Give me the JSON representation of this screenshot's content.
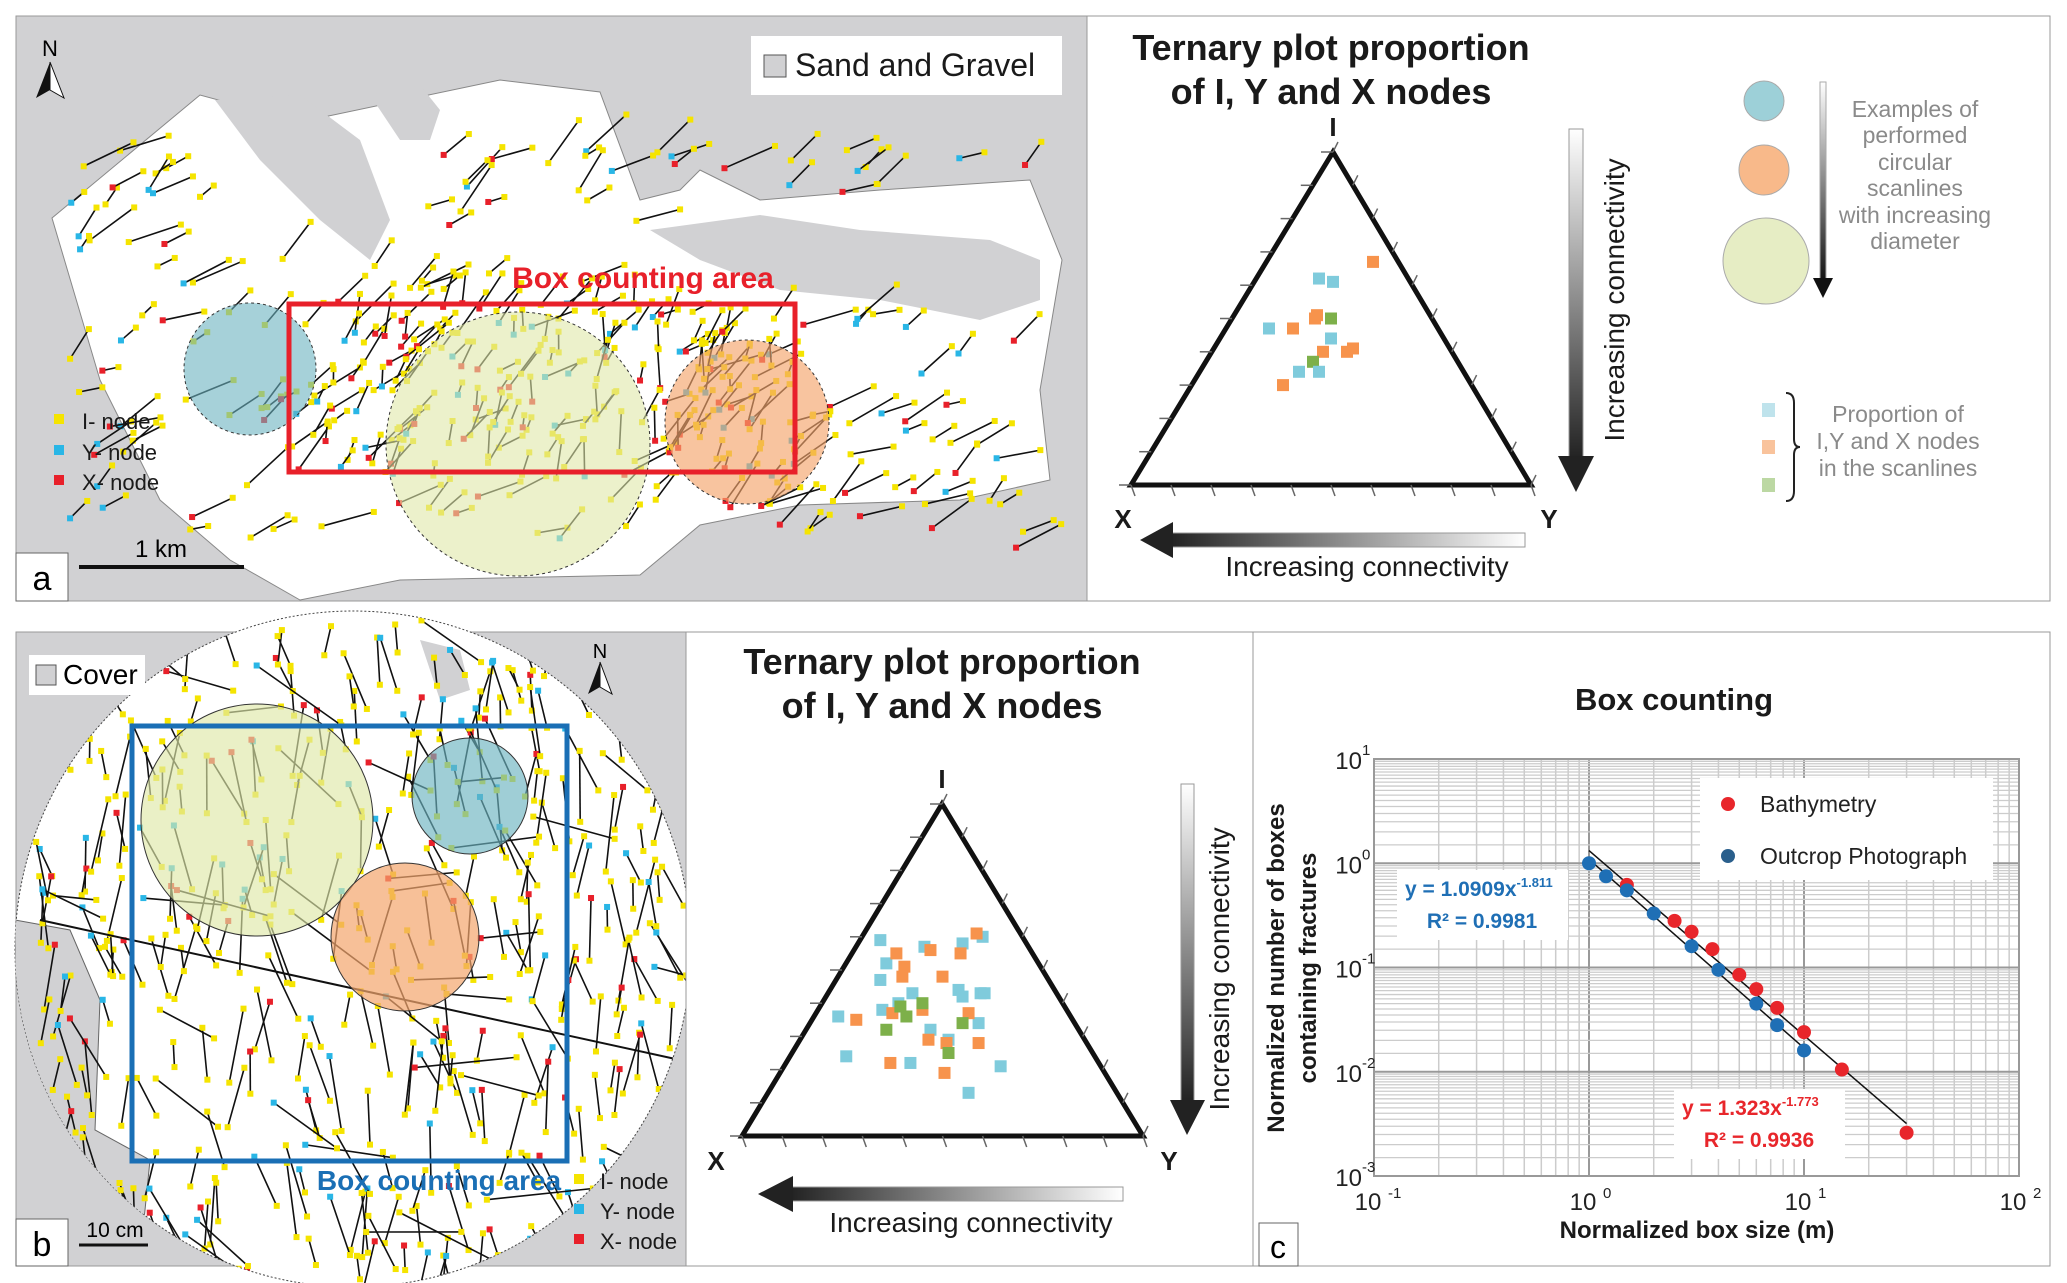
{
  "panel_a": {
    "letter": "a",
    "north": "N",
    "legend_sand": "Sand and Gravel",
    "box_label": "Box counting area",
    "nodes": [
      {
        "label": "I- node",
        "color": "#f5e400"
      },
      {
        "label": "Y- node",
        "color": "#29b6e6"
      },
      {
        "label": "X- node",
        "color": "#e8202a"
      }
    ],
    "scale": "1 km"
  },
  "ternary_top": {
    "title_line1": "Ternary plot proportion",
    "title_line2": "of I, Y and X nodes",
    "vertex_i": "I",
    "vertex_x": "X",
    "vertex_y": "Y",
    "vertical_arrow": "Increasing connectivity",
    "horizontal_arrow": "Increasing connectivity",
    "scanline_text": [
      "Examples of",
      "performed",
      "circular",
      "scanlines",
      "with increasing",
      "diameter"
    ],
    "proportion_text": [
      "Proportion of",
      "I,Y and X nodes",
      "in the scanlines"
    ],
    "colors": {
      "cyan": "#7fcbdc",
      "orange": "#f7934c",
      "green": "#7db04a"
    },
    "points": [
      {
        "s": "cyan",
        "I": 0.62,
        "Y": 0.16
      },
      {
        "s": "cyan",
        "I": 0.61,
        "Y": 0.2
      },
      {
        "s": "orange",
        "I": 0.67,
        "Y": 0.27
      },
      {
        "s": "orange",
        "I": 0.5,
        "Y": 0.21
      },
      {
        "s": "orange",
        "I": 0.51,
        "Y": 0.21
      },
      {
        "s": "green",
        "I": 0.5,
        "Y": 0.25
      },
      {
        "s": "cyan",
        "I": 0.47,
        "Y": 0.11
      },
      {
        "s": "orange",
        "I": 0.47,
        "Y": 0.17
      },
      {
        "s": "cyan",
        "I": 0.44,
        "Y": 0.28
      },
      {
        "s": "orange",
        "I": 0.4,
        "Y": 0.28
      },
      {
        "s": "orange",
        "I": 0.4,
        "Y": 0.34
      },
      {
        "s": "orange",
        "I": 0.41,
        "Y": 0.35
      },
      {
        "s": "green",
        "I": 0.37,
        "Y": 0.27
      },
      {
        "s": "cyan",
        "I": 0.34,
        "Y": 0.25
      },
      {
        "s": "cyan",
        "I": 0.34,
        "Y": 0.3
      },
      {
        "s": "orange",
        "I": 0.3,
        "Y": 0.23
      }
    ]
  },
  "panel_b": {
    "letter": "b",
    "north": "N",
    "legend_cover": "Cover",
    "box_label": "Box counting area",
    "nodes": [
      {
        "label": "I- node",
        "color": "#f5e400"
      },
      {
        "label": "Y- node",
        "color": "#29b6e6"
      },
      {
        "label": "X- node",
        "color": "#e8202a"
      }
    ],
    "scale": "10 cm"
  },
  "ternary_bottom": {
    "title_line1": "Ternary plot proportion",
    "title_line2": "of I, Y and X nodes",
    "vertex_i": "I",
    "vertex_x": "X",
    "vertex_y": "Y",
    "vertical_arrow": "Increasing connectivity",
    "horizontal_arrow": "Increasing connectivity",
    "points": [
      {
        "s": "cyan",
        "I": 0.59,
        "Y": 0.05
      },
      {
        "s": "cyan",
        "I": 0.57,
        "Y": 0.17
      },
      {
        "s": "cyan",
        "I": 0.58,
        "Y": 0.26
      },
      {
        "s": "cyan",
        "I": 0.6,
        "Y": 0.3
      },
      {
        "s": "cyan",
        "I": 0.52,
        "Y": 0.1
      },
      {
        "s": "cyan",
        "I": 0.47,
        "Y": 0.11
      },
      {
        "s": "cyan",
        "I": 0.43,
        "Y": 0.21
      },
      {
        "s": "cyan",
        "I": 0.4,
        "Y": 0.19
      },
      {
        "s": "cyan",
        "I": 0.38,
        "Y": 0.16
      },
      {
        "s": "cyan",
        "I": 0.36,
        "Y": 0.06
      },
      {
        "s": "cyan",
        "I": 0.44,
        "Y": 0.32
      },
      {
        "s": "cyan",
        "I": 0.42,
        "Y": 0.34
      },
      {
        "s": "cyan",
        "I": 0.43,
        "Y": 0.38
      },
      {
        "s": "cyan",
        "I": 0.43,
        "Y": 0.39
      },
      {
        "s": "cyan",
        "I": 0.34,
        "Y": 0.42
      },
      {
        "s": "cyan",
        "I": 0.32,
        "Y": 0.31
      },
      {
        "s": "cyan",
        "I": 0.29,
        "Y": 0.37
      },
      {
        "s": "cyan",
        "I": 0.24,
        "Y": 0.14
      },
      {
        "s": "cyan",
        "I": 0.22,
        "Y": 0.31
      },
      {
        "s": "cyan",
        "I": 0.21,
        "Y": 0.54
      },
      {
        "s": "cyan",
        "I": 0.13,
        "Y": 0.5
      },
      {
        "s": "orange",
        "I": 0.61,
        "Y": 0.28
      },
      {
        "s": "orange",
        "I": 0.56,
        "Y": 0.19
      },
      {
        "s": "orange",
        "I": 0.55,
        "Y": 0.27
      },
      {
        "s": "orange",
        "I": 0.55,
        "Y": 0.11
      },
      {
        "s": "orange",
        "I": 0.51,
        "Y": 0.15
      },
      {
        "s": "orange",
        "I": 0.48,
        "Y": 0.16
      },
      {
        "s": "orange",
        "I": 0.48,
        "Y": 0.26
      },
      {
        "s": "orange",
        "I": 0.38,
        "Y": 0.26
      },
      {
        "s": "orange",
        "I": 0.37,
        "Y": 0.19
      },
      {
        "s": "orange",
        "I": 0.35,
        "Y": 0.11
      },
      {
        "s": "orange",
        "I": 0.37,
        "Y": 0.38
      },
      {
        "s": "orange",
        "I": 0.29,
        "Y": 0.32
      },
      {
        "s": "orange",
        "I": 0.28,
        "Y": 0.37
      },
      {
        "s": "orange",
        "I": 0.28,
        "Y": 0.45
      },
      {
        "s": "orange",
        "I": 0.22,
        "Y": 0.26
      },
      {
        "s": "orange",
        "I": 0.19,
        "Y": 0.41
      },
      {
        "s": "green",
        "I": 0.39,
        "Y": 0.2
      },
      {
        "s": "green",
        "I": 0.4,
        "Y": 0.25
      },
      {
        "s": "green",
        "I": 0.36,
        "Y": 0.23
      },
      {
        "s": "green",
        "I": 0.32,
        "Y": 0.2
      },
      {
        "s": "green",
        "I": 0.34,
        "Y": 0.38
      },
      {
        "s": "green",
        "I": 0.25,
        "Y": 0.39
      }
    ]
  },
  "panel_c": {
    "letter": "c"
  },
  "chart_data": {
    "type": "scatter",
    "title": "Box counting",
    "xlabel": "Normalized box size (m)",
    "ylabel_line1": "Normalized number of boxes",
    "ylabel_line2": "containing fractures",
    "xscale": "log",
    "yscale": "log",
    "xlim": [
      0.1,
      100
    ],
    "ylim": [
      0.001,
      10
    ],
    "xticks": [
      {
        "base": "10",
        "exp": "-1"
      },
      {
        "base": "10",
        "exp": "0"
      },
      {
        "base": "10",
        "exp": "1"
      },
      {
        "base": "10",
        "exp": "2"
      }
    ],
    "yticks": [
      {
        "base": "10",
        "exp": "-3"
      },
      {
        "base": "10",
        "exp": "-2"
      },
      {
        "base": "10",
        "exp": "-1"
      },
      {
        "base": "10",
        "exp": "0"
      },
      {
        "base": "10",
        "exp": "1"
      }
    ],
    "grid": true,
    "legend_position": "top-right",
    "series": [
      {
        "name": "Bathymetry",
        "color": "#e8262b",
        "x": [
          1.5,
          2.5,
          3,
          3.75,
          5,
          6,
          7.5,
          10,
          15,
          30
        ],
        "y": [
          0.62,
          0.28,
          0.22,
          0.15,
          0.085,
          0.062,
          0.041,
          0.024,
          0.0105,
          0.0026
        ],
        "fit": {
          "a": 1.323,
          "b": -1.773,
          "xrange": [
            1,
            30
          ]
        },
        "equation": "y = 1.323x",
        "exponent": "-1.773",
        "r2": "R² = 0.9936"
      },
      {
        "name": "Outcrop Photograph",
        "color": "#1f6fb5",
        "x": [
          1,
          1.2,
          1.5,
          2,
          3,
          4,
          6,
          7.5,
          10
        ],
        "y": [
          1.0,
          0.75,
          0.55,
          0.33,
          0.16,
          0.095,
          0.045,
          0.028,
          0.016
        ],
        "fit": {
          "a": 1.0909,
          "b": -1.811,
          "xrange": [
            1,
            10
          ]
        },
        "equation": "y = 1.0909x",
        "exponent": "-1.811",
        "r2": "R² = 0.9981"
      }
    ]
  }
}
